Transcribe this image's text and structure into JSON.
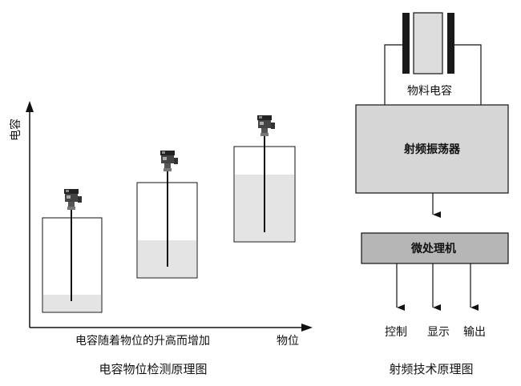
{
  "left_diagram": {
    "y_axis_label": "电容",
    "x_axis_label": "物位",
    "x_annotation": "电容随着物位的升高而增加",
    "caption": "电容物位检测原理图"
  },
  "right_diagram": {
    "material_capacitor_label": "物料电容",
    "oscillator_label": "射频振荡器",
    "microprocessor_label": "微处理机",
    "outputs": [
      "控制",
      "显示",
      "输出"
    ],
    "caption": "射频技术原理图"
  },
  "colors": {
    "ink": "#111111",
    "tank_fill": "#ffffff",
    "liquid_fill": "#e4e4e4",
    "oscillator_fill": "#d6d6d6",
    "microprocessor_fill": "#b6b6b6",
    "plate_fill": "#1a1a1a",
    "dielectric_fill": "#dcdcdc"
  }
}
